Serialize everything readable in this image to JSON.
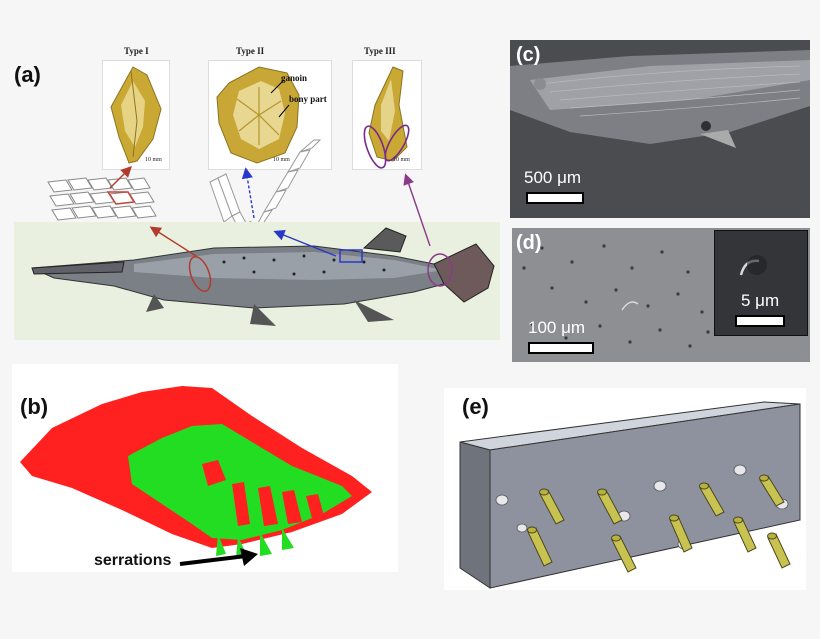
{
  "panels": {
    "a": {
      "label": "(a)",
      "types": [
        {
          "label": "Type I",
          "scale": "10 mm"
        },
        {
          "label": "Type II",
          "scale": "10 mm",
          "annotations": [
            "ganoin",
            "bony part"
          ]
        },
        {
          "label": "Type III",
          "scale": "10 mm"
        }
      ]
    },
    "b": {
      "label": "(b)",
      "annotation": "serrations",
      "colors": {
        "outer": "#ff2020",
        "inner": "#22dd22"
      }
    },
    "c": {
      "label": "(c)",
      "scale": "500 μm"
    },
    "d": {
      "label": "(d)",
      "scale": "100 μm",
      "inset_scale": "5 μm"
    },
    "e": {
      "label": "(e)"
    }
  },
  "colors": {
    "red_line": "#b23a2e",
    "blue_line": "#2a38c8",
    "purple_line": "#8a3a8a"
  }
}
